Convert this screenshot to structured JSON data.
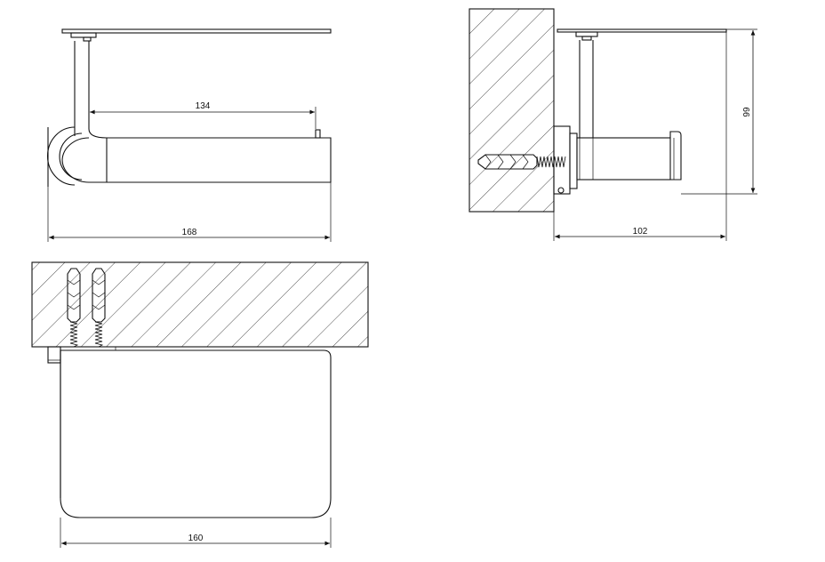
{
  "dimensions": {
    "front_inner_length": "134",
    "front_total_length": "168",
    "side_depth": "102",
    "side_height": "99",
    "top_width": "160"
  }
}
